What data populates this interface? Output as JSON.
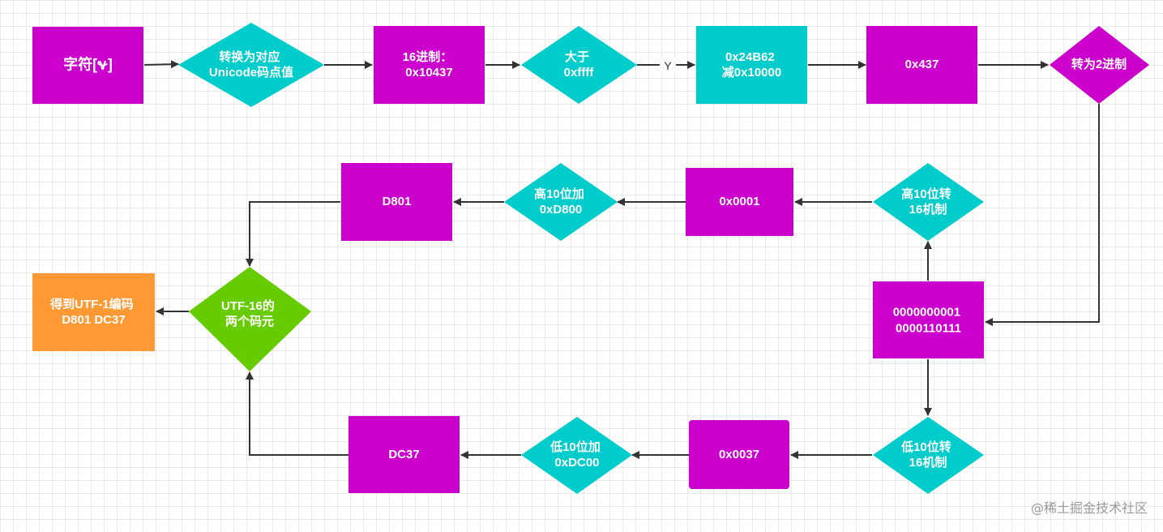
{
  "colors": {
    "magenta": "#cc00cc",
    "cyan": "#00cccc",
    "green": "#66cc00",
    "orange": "#ff9933",
    "edge": "#333333",
    "text": "#ffffff"
  },
  "nodes": {
    "char": {
      "text": [
        "字符[𐐷]"
      ]
    },
    "to_unicode": {
      "text": [
        "转换为对应",
        "Unicode码点值"
      ]
    },
    "hex": {
      "text": [
        "16进制：",
        "0x10437"
      ]
    },
    "gt_ffff": {
      "text": [
        "大于",
        "0xffff"
      ]
    },
    "subtract": {
      "text": [
        "0x24B62",
        "减0x10000"
      ]
    },
    "result_437": {
      "text": [
        "0x437"
      ]
    },
    "to_binary": {
      "text": [
        "转为2进制"
      ]
    },
    "binary": {
      "text": [
        "0000000001",
        "0000110111"
      ]
    },
    "high_hex": {
      "text": [
        "高10位转",
        "16机制"
      ]
    },
    "high_val": {
      "text": [
        "0x0001"
      ]
    },
    "high_add": {
      "text": [
        "高10位加",
        "0xD800"
      ]
    },
    "d801": {
      "text": [
        "D801"
      ]
    },
    "low_hex": {
      "text": [
        "低10位转",
        "16机制"
      ]
    },
    "low_val": {
      "text": [
        "0x0037"
      ]
    },
    "low_add": {
      "text": [
        "低10位加",
        "0xDC00"
      ]
    },
    "dc37": {
      "text": [
        "DC37"
      ]
    },
    "utf16_units": {
      "text": [
        "UTF-16的",
        "两个码元"
      ]
    },
    "result": {
      "text": [
        "得到UTF-1编码",
        "D801 DC37"
      ]
    }
  },
  "edge_labels": {
    "yes": "Y"
  },
  "watermark": "@稀土掘金技术社区"
}
